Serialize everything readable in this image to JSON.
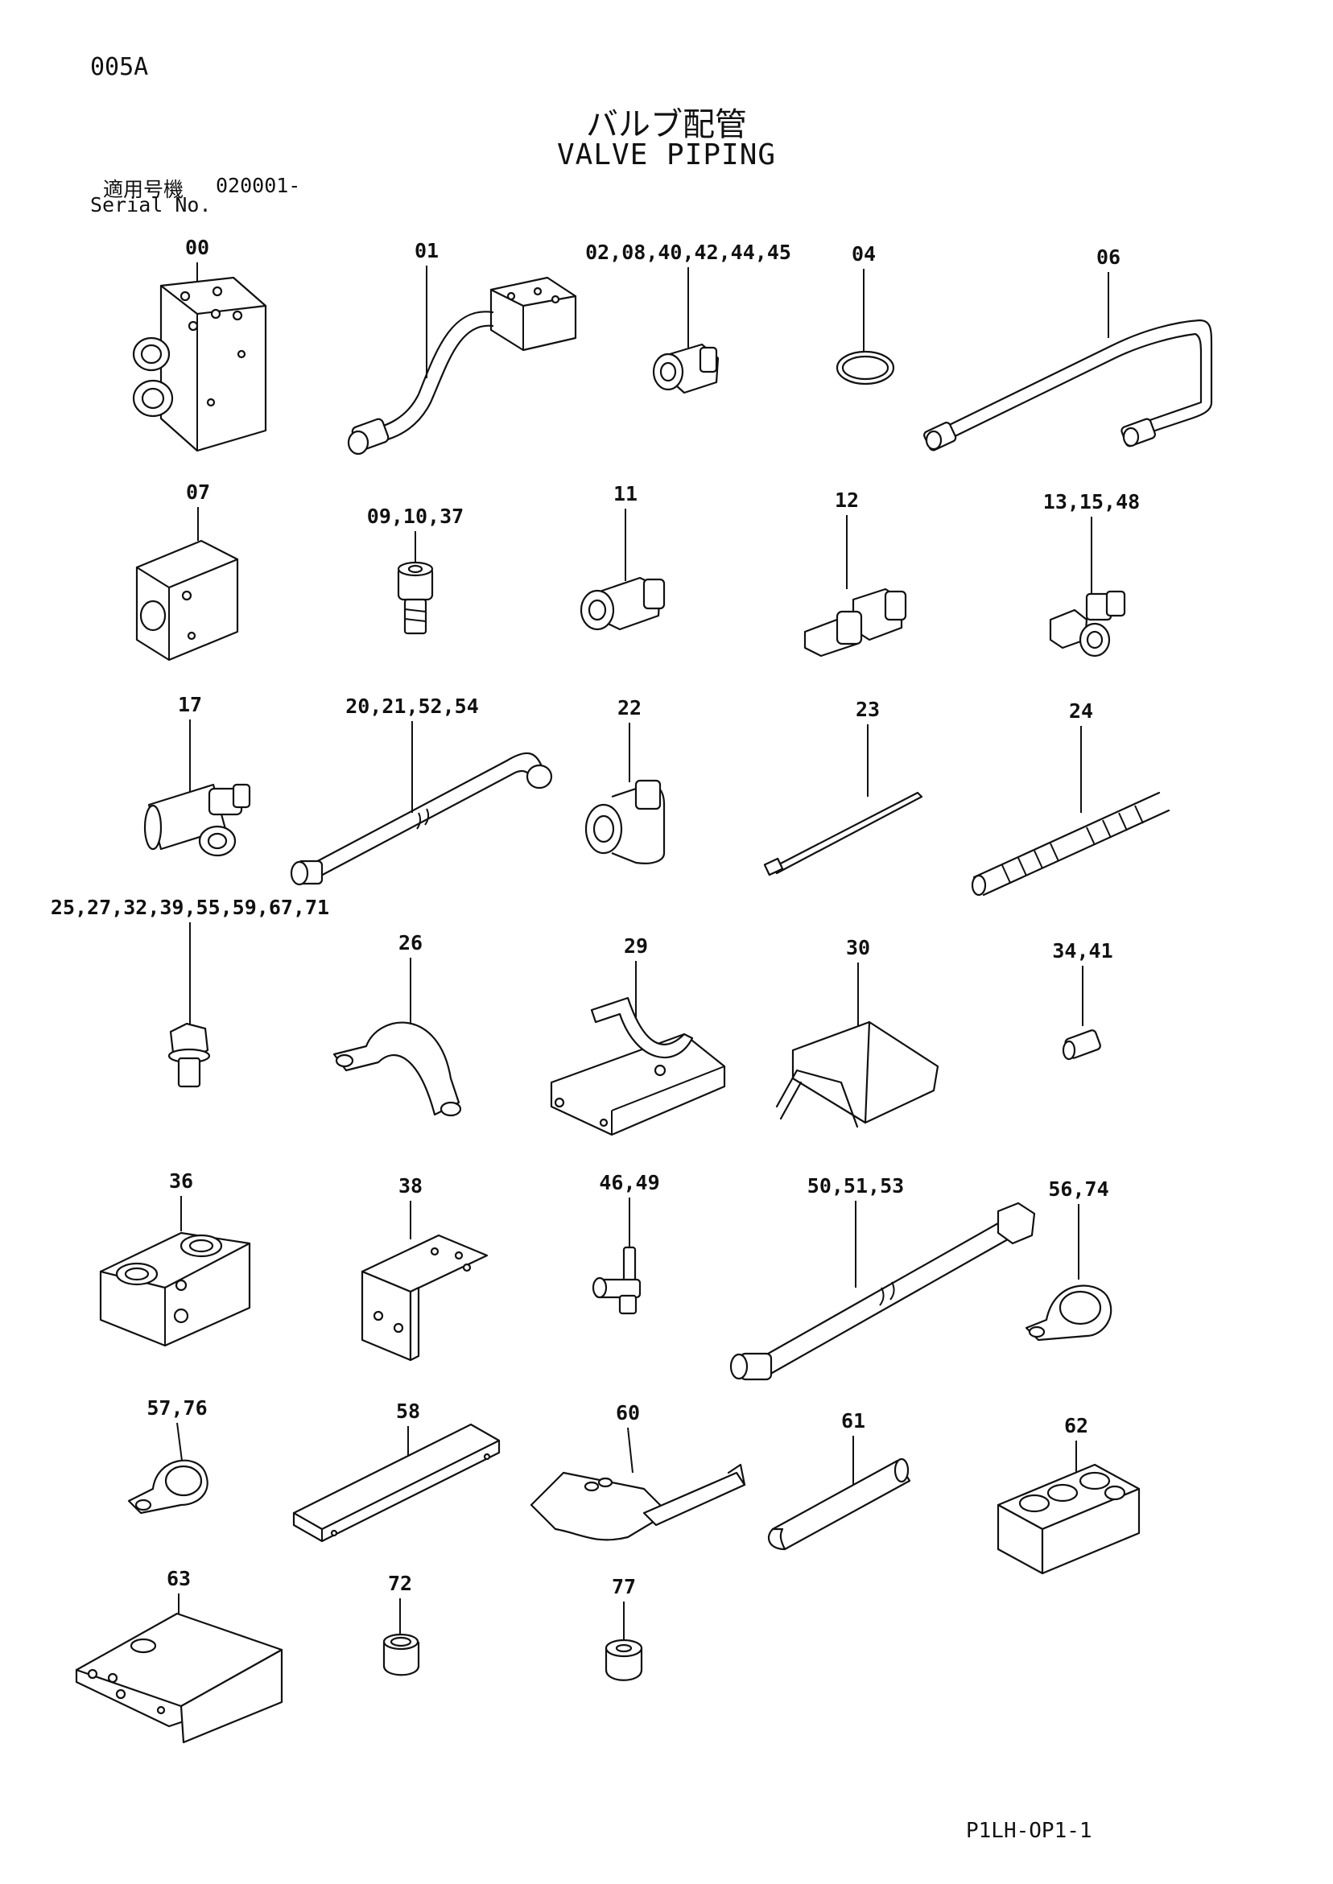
{
  "header": {
    "page_code": "005A",
    "title_jp": "バルブ配管",
    "title_en": "VALVE PIPING",
    "serial_label_jp": "適用号機",
    "serial_value": "020001-",
    "serial_label_en": "Serial No."
  },
  "footer": {
    "code": "P1LH-OP1-1"
  },
  "parts": [
    {
      "label": "00",
      "icon": "valve-block-icon"
    },
    {
      "label": "01",
      "icon": "pipe-with-flange-icon"
    },
    {
      "label": "02,08,40,42,44,45",
      "icon": "adapter-fitting-icon"
    },
    {
      "label": "04",
      "icon": "o-ring-icon"
    },
    {
      "label": "06",
      "icon": "bent-pipe-icon"
    },
    {
      "label": "07",
      "icon": "block-icon"
    },
    {
      "label": "09,10,37",
      "icon": "socket-bolt-icon"
    },
    {
      "label": "11",
      "icon": "union-fitting-icon"
    },
    {
      "label": "12",
      "icon": "connector-icon"
    },
    {
      "label": "13,15,48",
      "icon": "elbow-fitting-icon"
    },
    {
      "label": "17",
      "icon": "tee-fitting-icon"
    },
    {
      "label": "20,21,52,54",
      "icon": "hose-icon"
    },
    {
      "label": "22",
      "icon": "elbow-icon"
    },
    {
      "label": "23",
      "icon": "cable-tie-icon"
    },
    {
      "label": "24",
      "icon": "spiral-guard-icon"
    },
    {
      "label": "25,27,32,39,55,59,67,71",
      "icon": "plug-bolt-icon"
    },
    {
      "label": "26",
      "icon": "saddle-clamp-icon"
    },
    {
      "label": "29",
      "icon": "clamp-bracket-icon"
    },
    {
      "label": "30",
      "icon": "cover-bracket-icon"
    },
    {
      "label": "34,41",
      "icon": "nipple-icon"
    },
    {
      "label": "36",
      "icon": "manifold-block-icon"
    },
    {
      "label": "38",
      "icon": "angle-bracket-icon"
    },
    {
      "label": "46,49",
      "icon": "small-tee-icon"
    },
    {
      "label": "50,51,53",
      "icon": "long-hose-icon"
    },
    {
      "label": "56,74",
      "icon": "p-clip-icon"
    },
    {
      "label": "57,76",
      "icon": "clip-icon"
    },
    {
      "label": "58",
      "icon": "channel-icon"
    },
    {
      "label": "60",
      "icon": "plate-bracket-icon"
    },
    {
      "label": "61",
      "icon": "edge-trim-icon"
    },
    {
      "label": "62",
      "icon": "grommet-block-icon"
    },
    {
      "label": "63",
      "icon": "plate-icon"
    },
    {
      "label": "72",
      "icon": "collar-icon"
    },
    {
      "label": "77",
      "icon": "spacer-icon"
    }
  ]
}
